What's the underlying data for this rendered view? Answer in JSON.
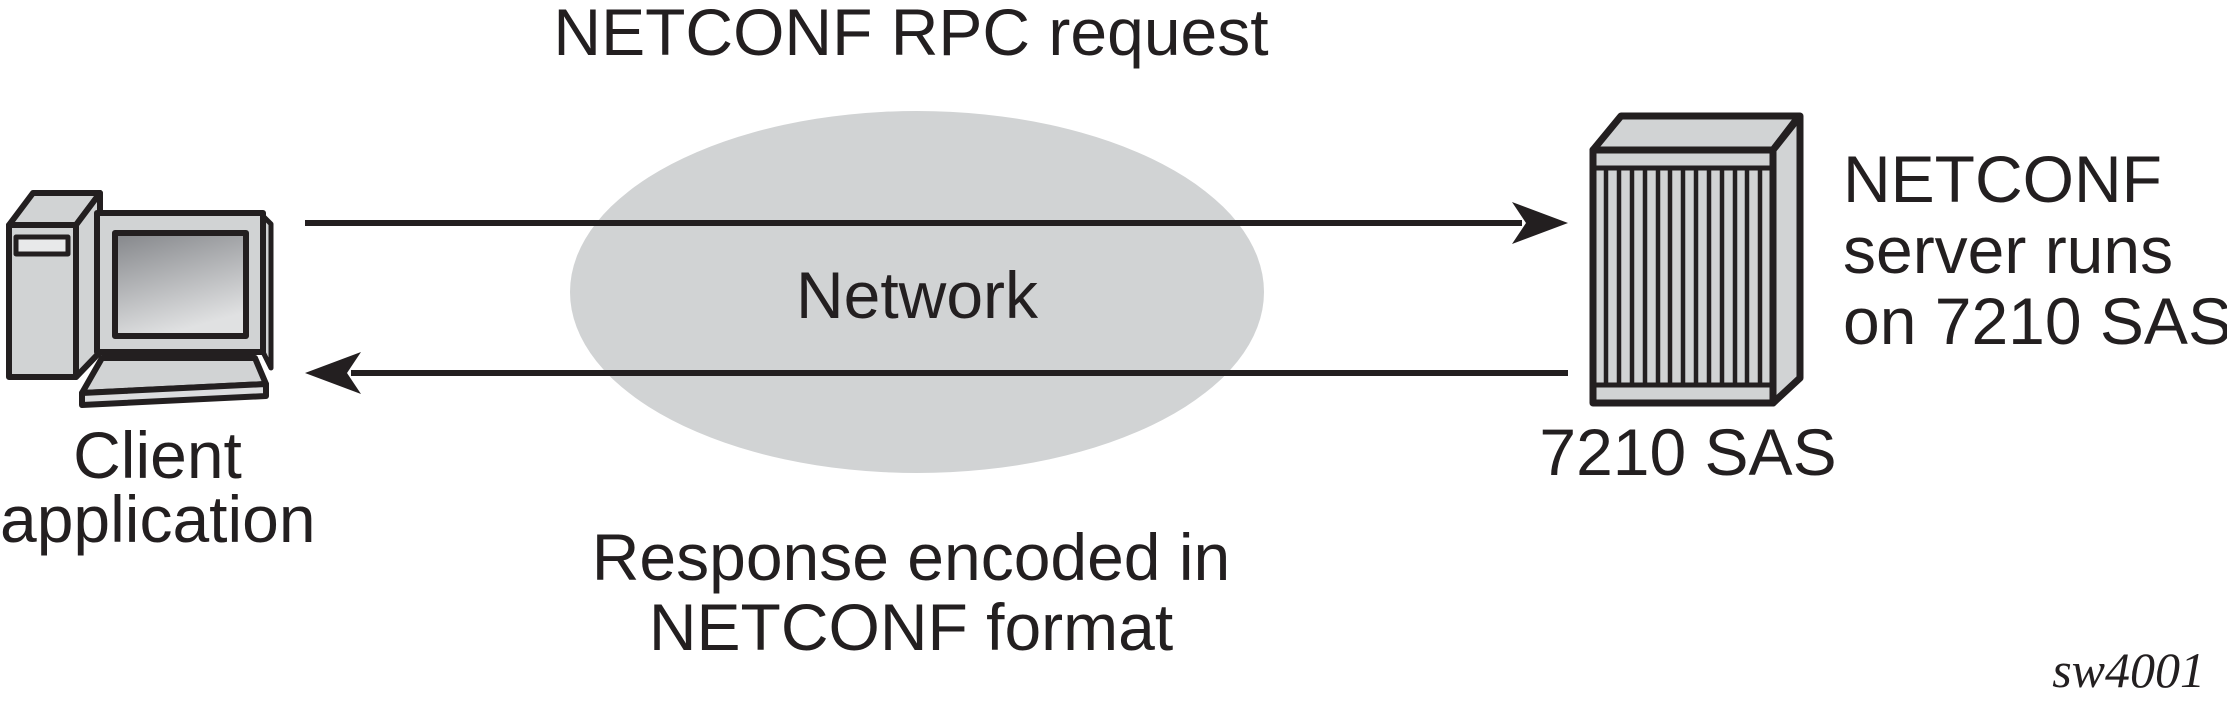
{
  "figure": {
    "background": "#ffffff",
    "ink_color": "#231f20",
    "gray_fill": "#d1d3d4",
    "screen_gradient": [
      "#84868a",
      "#e0e1e2"
    ]
  },
  "labels": {
    "rpc_request": "NETCONF RPC request",
    "network": "Network",
    "response_line1": "Response encoded in",
    "response_line2": "NETCONF format",
    "client_line1": "Client",
    "client_line2": "application",
    "server_line1": "NETCONF",
    "server_line2": "server runs",
    "server_line3": "on 7210 SAS",
    "device": "7210 SAS",
    "figure_id": "sw4001"
  },
  "icons": {
    "client": "desktop-computer",
    "server": "chassis-7210-sas",
    "network": "network-cloud-ellipse"
  }
}
